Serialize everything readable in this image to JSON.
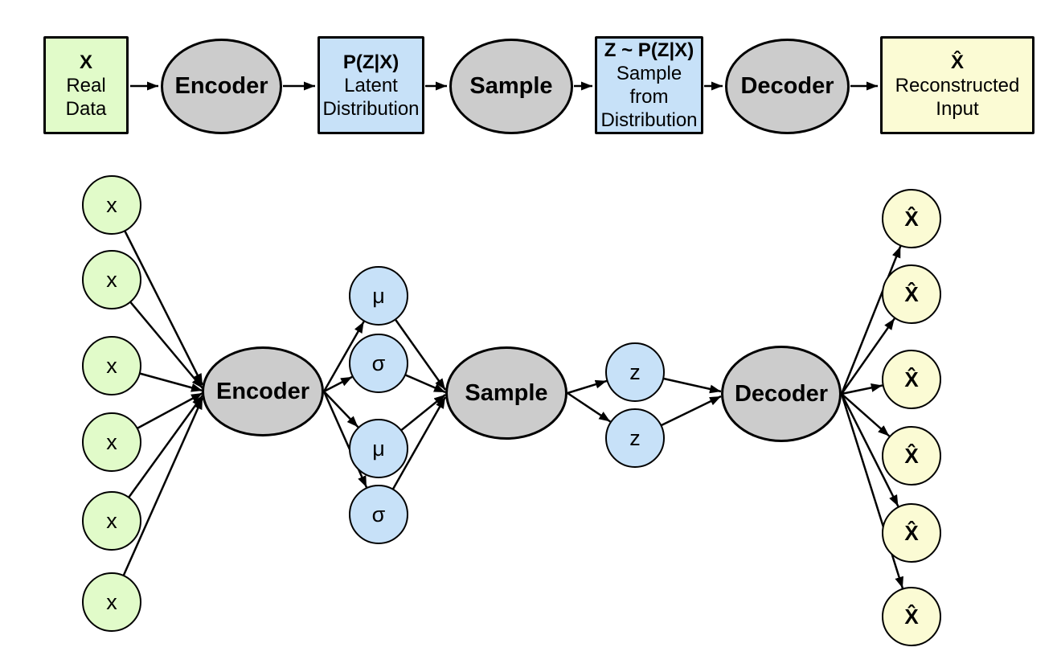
{
  "colors": {
    "input_green": "#e1fbc9",
    "latent_blue": "#c7e1f8",
    "process_gray": "#cccccc",
    "output_yellow": "#fbfbd4",
    "stroke": "#000000",
    "background": "#ffffff"
  },
  "flowchart": {
    "nodes": [
      {
        "type": "box",
        "color": "green",
        "lines": [
          "X",
          "Real",
          "Data"
        ]
      },
      {
        "type": "ellipse",
        "label": "Encoder"
      },
      {
        "type": "box",
        "color": "blue",
        "lines": [
          "P(Z|X)",
          "Latent",
          "Distribution"
        ]
      },
      {
        "type": "ellipse",
        "label": "Sample"
      },
      {
        "type": "box",
        "color": "blue",
        "lines": [
          "Z ~ P(Z|X)",
          "Sample",
          "from",
          "Distribution"
        ]
      },
      {
        "type": "ellipse",
        "label": "Decoder"
      },
      {
        "type": "box",
        "color": "yellow",
        "lines": [
          "X̂",
          "Reconstructed",
          "Input"
        ]
      }
    ]
  },
  "network": {
    "input_labels": [
      "x",
      "x",
      "x",
      "x",
      "x",
      "x"
    ],
    "encoder_label": "Encoder",
    "latent_labels": [
      "μ",
      "σ",
      "μ",
      "σ"
    ],
    "sample_label": "Sample",
    "z_labels": [
      "z",
      "z"
    ],
    "decoder_label": "Decoder",
    "output_labels": [
      "X̂",
      "X̂",
      "X̂",
      "X̂",
      "X̂",
      "X̂"
    ]
  }
}
